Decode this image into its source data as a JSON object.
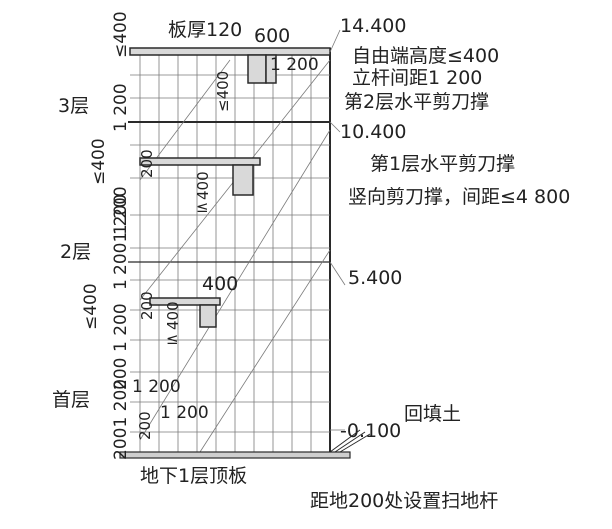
{
  "labels": {
    "slab_thickness": "板厚120",
    "dim_600": "600",
    "elev_14400": "14.400",
    "free_end": "自由端高度≤400",
    "pole_spacing_top": "立杆间距1 200",
    "level2_horizontal": "第2层水平剪刀撑",
    "elev_10400": "10.400",
    "level1_horizontal": "第1层水平剪刀撑",
    "vertical_brace": "竖向剪刀撑，间距≤4 800",
    "elev_5400": "5.400",
    "dim_400_low": "400",
    "elev_minus_0100": "-0.100",
    "backfill": "回填土",
    "basement_slab": "地下1层顶板",
    "sweep_pole": "距地200处设置扫地杆",
    "floor_3": "3层",
    "floor_2": "2层",
    "floor_1": "首层",
    "left_le400_top": "≤400",
    "left_1200_a": "1 200",
    "left_le400_mid": "≤400",
    "left_1200_b": "1 200",
    "left_2001200": "2001 200",
    "left_1": "1",
    "left_le400_low": "≤400",
    "left_1200_c": "1 200",
    "left_200_a": "200",
    "left_2001_200": "2001 200",
    "left_1200_d": "1 200",
    "small_1200_top": "1 200",
    "small_400_top": "≤400",
    "small_200_mid": "200",
    "small_400_mid": "400",
    "small_le400_mid": "≤",
    "small_200_low": "200",
    "small_400_low": "400",
    "small_le400_low": "≤",
    "low_1200_a": "1 200",
    "low_1200_b": "1 200",
    "low_200": "200"
  }
}
